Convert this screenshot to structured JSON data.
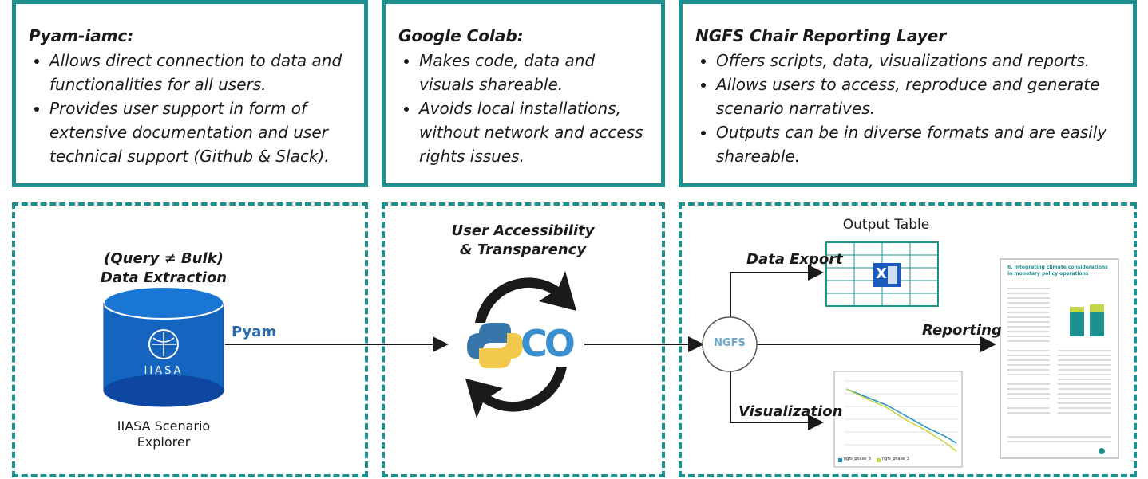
{
  "boxes": {
    "pyam": {
      "title": "Pyam-iamc:",
      "bullets": [
        "Allows direct connection to data and functionalities for all users.",
        "Provides user support in form of extensive documentation and user technical support (Github & Slack)."
      ]
    },
    "colab": {
      "title": "Google Colab:",
      "bullets": [
        "Makes code, data and visuals shareable.",
        "Avoids local installations, without network and access rights issues."
      ]
    },
    "ngfs": {
      "title": "NGFS Chair Reporting Layer",
      "bullets": [
        "Offers scripts, data, visualizations and reports.",
        "Allows users to access, reproduce and generate scenario narratives.",
        "Outputs can be in diverse formats and are easily shareable."
      ]
    }
  },
  "left": {
    "extraction_line1": "(Query ≠ Bulk)",
    "extraction_line2": "Data Extraction",
    "db_logo_text": "IIASA",
    "db_label_line1": "IIASA Scenario",
    "db_label_line2": "Explorer",
    "pyam_label": "Pyam"
  },
  "middle": {
    "title_line1": "User Accessibility",
    "title_line2": "& Transparency",
    "colab_logo": "CO"
  },
  "right": {
    "ngfs_logo": "NGFS",
    "data_export": "Data Export",
    "output_table": "Output Table",
    "excel_glyph": "X",
    "reporting": "Reporting",
    "visualization": "Visualization",
    "report_heading": "6. Integrating climate considerations in monetary policy operations",
    "legend": [
      "ngfs_phase_3",
      "ngfs_phase_3"
    ]
  },
  "colors": {
    "teal": "#1f9090",
    "db_blue": "#1565c0",
    "pyam_blue": "#2b6cb0",
    "python_blue": "#3776ab",
    "python_yellow": "#f2c94c"
  }
}
